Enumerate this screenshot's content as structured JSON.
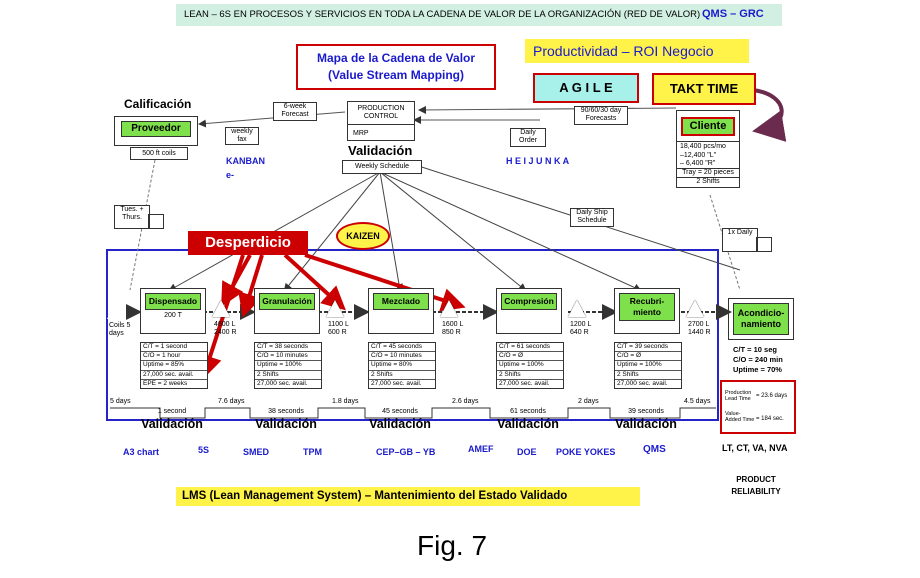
{
  "header": {
    "banner": "LEAN – 6S EN PROCESOS Y SERVICIOS EN TODA LA CADENA DE VALOR DE LA ORGANIZACIÓN (RED DE VALOR)",
    "banner_tag": "QMS – GRC"
  },
  "map_title": {
    "line1": "Mapa de la Cadena de Valor",
    "line2": "(Value Stream Mapping)"
  },
  "productividad": "Productividad – ROI Negocio",
  "agile": "A G I L E",
  "takt": "TAKT  TIME",
  "calificacion": "Calificación",
  "proveedor": "Proveedor",
  "proveedor_qty": "500 ft coils",
  "forecast6": "6-week Forecast",
  "weekly_fax": "weekly fax",
  "production_control": "PRODUCTION CONTROL",
  "mrp": "MRP",
  "validacion_top": "Validación",
  "weekly_schedule": "Weekly Schedule",
  "daily_order": "Daily Order",
  "forecasts906030": "90/60/30 day Forecasts",
  "cliente": "Cliente",
  "cliente_data": [
    "18,400 pcs/mo",
    "–12,400 \"L\"",
    "– 6,400 \"R\"",
    "Tray = 20 pieces",
    "2 Shifts"
  ],
  "kanban": "KANBAN",
  "kanban2": "e-",
  "heijunka": "H E I J U N K A",
  "tues_thurs": "Tues. + Thurs.",
  "daily_ship": "Daily Ship Schedule",
  "onex_daily": "1x Daily",
  "desperdicio": "Desperdicio",
  "kaizen": "KAIZEN",
  "coils": "Coils 5 days",
  "processes": [
    {
      "name": "Dispensado",
      "sub": "200 T",
      "data": [
        "C/T = 1 second",
        "C/O = 1 hour",
        "Uptime = 85%",
        "27,000 sec. avail.",
        "EPE = 2 weeks"
      ],
      "inv": [
        "4600 L",
        "2400 R"
      ],
      "vt": "1 second",
      "val": "Validación"
    },
    {
      "name": "Granulación",
      "sub": "",
      "data": [
        "C/T = 38 seconds",
        "C/O = 10 minutes",
        "Uptime = 100%",
        "2 Shifts",
        "27,000 sec. avail."
      ],
      "inv": [
        "1100 L",
        "600 R"
      ],
      "vt": "38 seconds",
      "val": "Validación"
    },
    {
      "name": "Mezclado",
      "sub": "",
      "data": [
        "C/T = 45 seconds",
        "C/O = 10 minutes",
        "Uptime = 80%",
        "2 Shifts",
        "27,000 sec. avail."
      ],
      "inv": [
        "1600 L",
        "850 R"
      ],
      "vt": "45 seconds",
      "val": "Validación"
    },
    {
      "name": "Compresión",
      "sub": "",
      "data": [
        "C/T = 61 seconds",
        "C/O = Ø",
        "Uptime = 100%",
        "2 Shifts",
        "27,000 sec. avail."
      ],
      "inv": [
        "1200 L",
        "640 R"
      ],
      "vt": "61 seconds",
      "val": "Validación"
    },
    {
      "name": "Recubri-miento",
      "sub": "",
      "data": [
        "C/T = 39 seconds",
        "C/O = Ø",
        "Uptime = 100%",
        "2 Shifts",
        "27,000 sec. avail."
      ],
      "inv": [
        "2700 L",
        "1440 R"
      ],
      "vt": "39 seconds",
      "val": "Validación"
    }
  ],
  "acondicionamiento": {
    "name": "Acondicio-namiento",
    "data": [
      "C/T = 10 seg",
      "C/O = 240 min",
      "Uptime = 70%"
    ]
  },
  "timeline_days": [
    "5 days",
    "7.6 days",
    "1.8 days",
    "2.6 days",
    "2 days",
    "4.5 days"
  ],
  "lead": {
    "label1": "Production Lead Time",
    "value1": "= 23.6 days",
    "label2": "Value-Added Time",
    "value2": "= 184 sec."
  },
  "tools": [
    "A3 chart",
    "5S",
    "SMED",
    "TPM",
    "CEP–GB – YB",
    "AMEF",
    "DOE",
    "POKE YOKES",
    "QMS"
  ],
  "lt_ct": "LT, CT, VA, NVA",
  "product_reliability": {
    "line1": "PRODUCT",
    "line2": "RELIABILITY"
  },
  "lms": "LMS (Lean Management System) – Mantenimiento del Estado Validado",
  "fig": "Fig. 7",
  "colors": {
    "blue_frame": "#2424c8",
    "red": "#cc0000",
    "green": "#7ee04a",
    "yellow": "#fff34a",
    "banner": "#d2f0e2"
  }
}
